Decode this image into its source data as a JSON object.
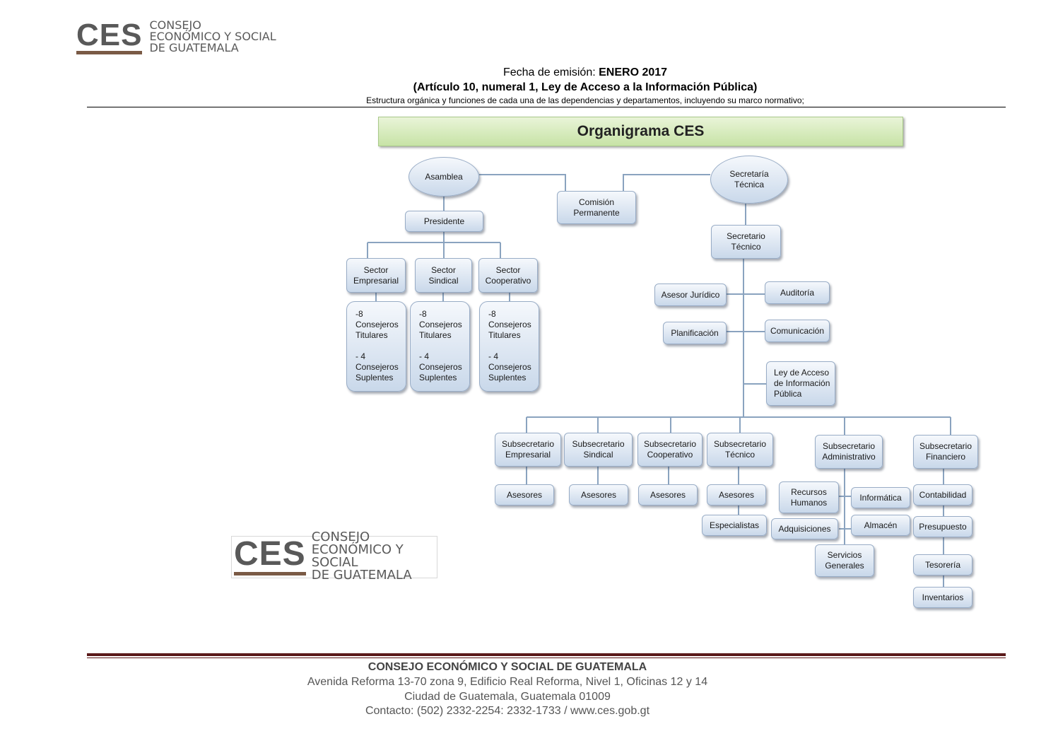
{
  "logo": {
    "mark": "CES",
    "line1": "CONSEJO",
    "line2": "ECONÓMICO Y SOCIAL",
    "line3": "DE GUATEMALA"
  },
  "header": {
    "fecha_label": "Fecha de emisión: ",
    "fecha_value": "ENERO 2017",
    "articulo": "(Artículo 10, numeral 1, Ley de Acceso a la Información Pública)",
    "descripcion": "Estructura orgánica y funciones de cada una de las dependencias y departamentos, incluyendo su marco normativo;"
  },
  "title": "Organigrama CES",
  "nodes": {
    "asamblea": "Asamblea",
    "secretaria": "Secretaría\nTécnica",
    "comision": "Comisión\nPermanente",
    "presidente": "Presidente",
    "secretario": "Secretario\nTécnico",
    "sector_emp": "Sector\nEmpresarial",
    "sector_sin": "Sector\nSindical",
    "sector_coop": "Sector\nCooperativo",
    "consejeros": "-8\nConsejeros\nTitulares\n\n- 4\nConsejeros\nSuplentes",
    "asesor_juridico": "Asesor Jurídico",
    "auditoria": "Auditoría",
    "planificacion": "Planificación",
    "comunicacion": "Comunicación",
    "ley_acceso": "Ley de Acceso\nde Información\nPública",
    "sub_emp": "Subsecretario\nEmpresarial",
    "sub_sin": "Subsecretario\nSindical",
    "sub_coop": "Subsecretario\nCooperativo",
    "sub_tec": "Subsecretario\nTécnico",
    "sub_adm": "Subsecretario\nAdministrativo",
    "sub_fin": "Subsecretario\nFinanciero",
    "asesores": "Asesores",
    "especialistas": "Especialistas",
    "recursos": "Recursos\nHumanos",
    "informatica": "Informática",
    "adquisiciones": "Adquisiciones",
    "almacen": "Almacén",
    "servicios": "Servicios\nGenerales",
    "contabilidad": "Contabilidad",
    "presupuesto": "Presupuesto",
    "tesoreria": "Tesorería",
    "inventarios": "Inventarios"
  },
  "footer": {
    "org": "CONSEJO ECONÓMICO Y SOCIAL DE GUATEMALA",
    "address": "Avenida Reforma 13-70 zona 9, Edificio Real Reforma, Nivel 1, Oficinas 12 y 14",
    "city": "Ciudad de Guatemala, Guatemala 01009",
    "contact": "Contacto: (502) 2332-2254: 2332-1733 /  www.ces.gob.gt"
  }
}
